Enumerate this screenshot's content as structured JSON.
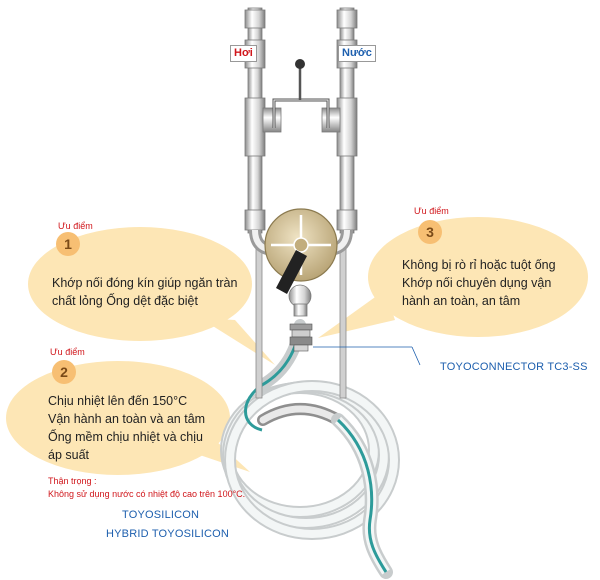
{
  "labels": {
    "steam": "Hơi",
    "water": "Nước",
    "connector": "TOYOCONNECTOR TC3-SS",
    "hose_1": "TOYOSILICON",
    "hose_2": "HYBRID TOYOSILICON"
  },
  "advantages": [
    {
      "heading": "Ưu điểm",
      "number": "1",
      "lines": [
        "Khớp nối đóng kín giúp ngăn tràn",
        "chất lỏng Ống dệt đặc biệt"
      ]
    },
    {
      "heading": "Ưu điểm",
      "number": "2",
      "lines": [
        "Chịu nhiệt lên đến 150°C",
        "Vận hành an toàn và an tâm",
        "Ống mềm chịu nhiệt và chịu",
        "áp suất"
      ]
    },
    {
      "heading": "Ưu điểm",
      "number": "3",
      "lines": [
        "Không bị rò rỉ hoặc tuột ống",
        "Khớp nối chuyên dụng vận",
        "hành an toàn, an tâm"
      ]
    }
  ],
  "caution": {
    "title": "Thận trọng :",
    "text": "Không sử dụng nước có nhiệt độ cao trên 100°C."
  },
  "colors": {
    "bubble_fill": "#fde6b5",
    "badge_fill": "#f7bf73",
    "accent_red": "#d0161b",
    "accent_blue": "#1d5fae",
    "hose_stripe": "#2d9b9a"
  }
}
